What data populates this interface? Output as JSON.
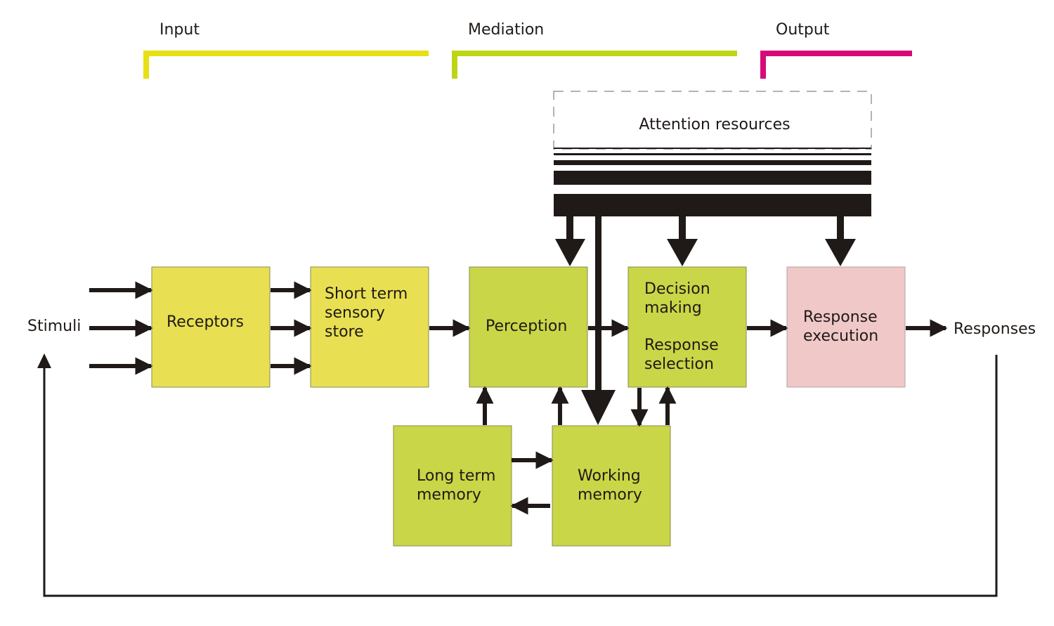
{
  "stages": {
    "input": "Input",
    "mediation": "Mediation",
    "output": "Output"
  },
  "attention": {
    "label": "Attention resources"
  },
  "io": {
    "stimuli": "Stimuli",
    "responses": "Responses"
  },
  "boxes": {
    "receptors": [
      "Receptors"
    ],
    "stss": [
      "Short term",
      "sensory",
      "store"
    ],
    "perception": [
      "Perception"
    ],
    "decision": [
      "Decision",
      "making",
      "",
      "Response",
      "selection"
    ],
    "response_exec": [
      "Response",
      "execution"
    ],
    "long_term": [
      "Long term",
      "memory"
    ],
    "working": [
      "Working",
      "memory"
    ]
  },
  "colors": {
    "input": "#e8e052",
    "input_bracket": "#e6e014",
    "mediation": "#c9d647",
    "mediation_bracket": "#bed516",
    "output": "#f0c8c8",
    "output_bracket": "#d80a7a",
    "ink": "#1f1a17"
  }
}
